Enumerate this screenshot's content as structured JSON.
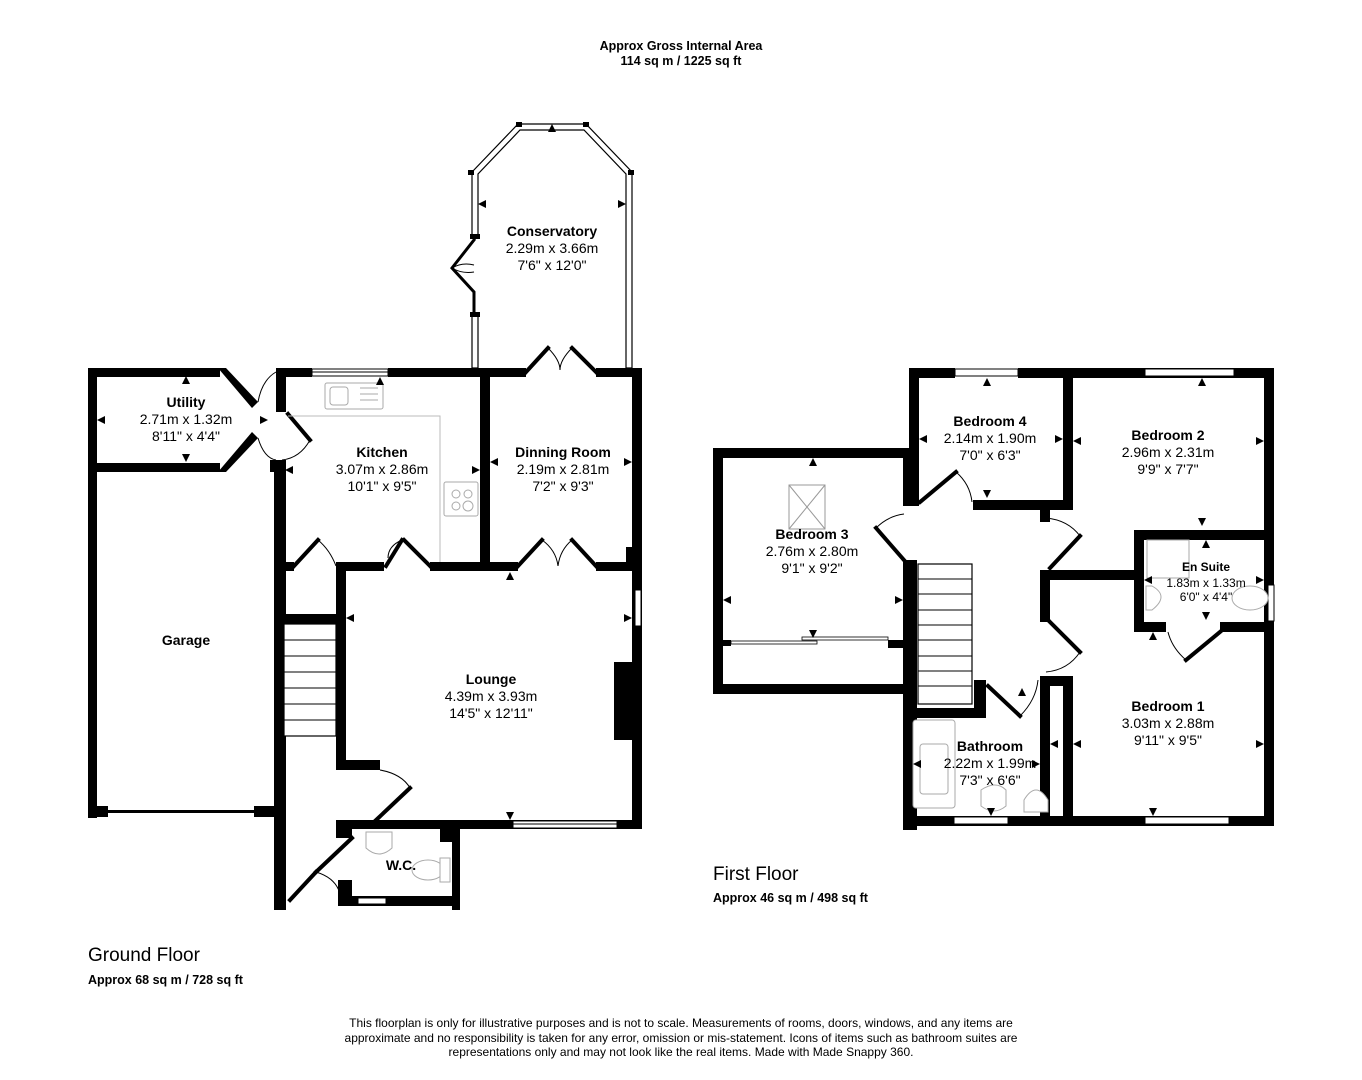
{
  "header": {
    "title": "Approx Gross Internal Area",
    "total_area": "114 sq m / 1225 sq ft"
  },
  "ground_floor": {
    "title": "Ground Floor",
    "area": "Approx 68 sq m / 728 sq ft",
    "rooms": [
      {
        "name": "Utility",
        "metric": "2.71m x 1.32m",
        "imperial": "8'11\" x 4'4\""
      },
      {
        "name": "Kitchen",
        "metric": "3.07m x 2.86m",
        "imperial": "10'1\" x 9'5\""
      },
      {
        "name": "Dinning Room",
        "metric": "2.19m x 2.81m",
        "imperial": "7'2\" x 9'3\""
      },
      {
        "name": "Conservatory",
        "metric": "2.29m x 3.66m",
        "imperial": "7'6\" x 12'0\""
      },
      {
        "name": "Garage",
        "metric": "",
        "imperial": ""
      },
      {
        "name": "Lounge",
        "metric": "4.39m x 3.93m",
        "imperial": "14'5\" x 12'11\""
      },
      {
        "name": "W.C.",
        "metric": "",
        "imperial": ""
      }
    ]
  },
  "first_floor": {
    "title": "First Floor",
    "area": "Approx 46 sq m / 498 sq ft",
    "rooms": [
      {
        "name": "Bedroom 4",
        "metric": "2.14m x 1.90m",
        "imperial": "7'0\" x 6'3\""
      },
      {
        "name": "Bedroom 2",
        "metric": "2.96m x 2.31m",
        "imperial": "9'9\" x 7'7\""
      },
      {
        "name": "Bedroom 3",
        "metric": "2.76m x 2.80m",
        "imperial": "9'1\" x 9'2\""
      },
      {
        "name": "En Suite",
        "metric": "1.83m x 1.33m",
        "imperial": "6'0\" x 4'4\""
      },
      {
        "name": "Bedroom 1",
        "metric": "3.03m x 2.88m",
        "imperial": "9'11\" x 9'5\""
      },
      {
        "name": "Bathroom",
        "metric": "2.22m x 1.99m",
        "imperial": "7'3\" x 6'6\""
      }
    ]
  },
  "disclaimer": "This floorplan is only for illustrative purposes and is not to scale. Measurements of rooms, doors, windows, and any items are approximate and no responsibility is taken for any error, omission or mis-statement. Icons of items such as bathroom suites are representations only and may not look like the real items. Made with Made Snappy 360.",
  "colors": {
    "wall": "#000000",
    "background": "#ffffff",
    "fixture": "#aaaaaa"
  }
}
